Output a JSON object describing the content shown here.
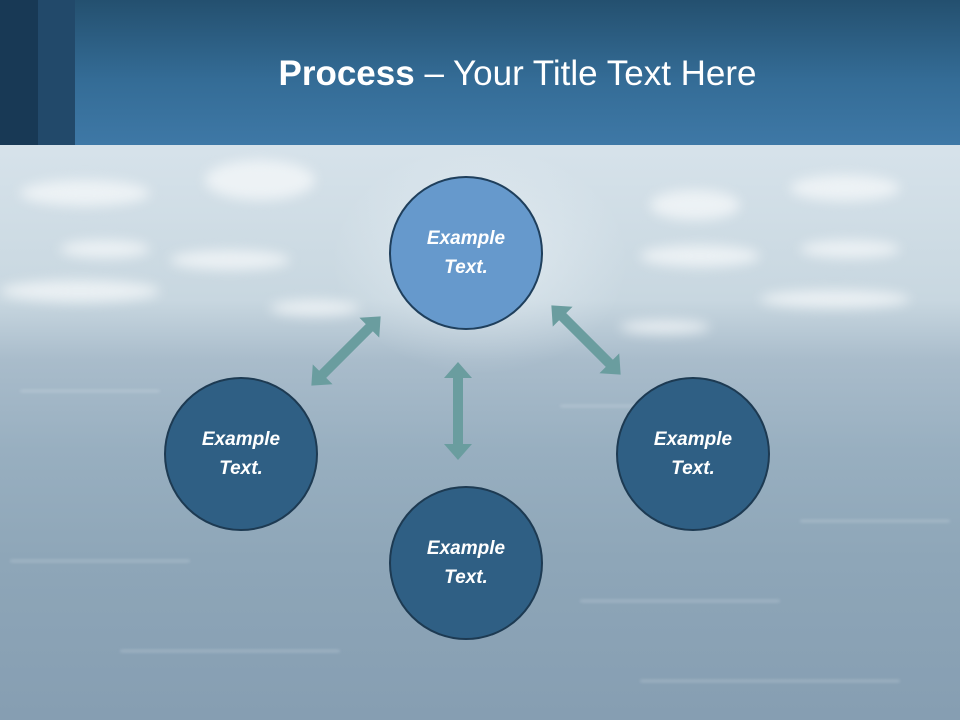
{
  "slide": {
    "title_bold": "Process",
    "title_rest": " – Your Title Text Here"
  },
  "diagram": {
    "nodes": [
      {
        "id": "top",
        "text": "Example Text."
      },
      {
        "id": "left",
        "text": "Example Text."
      },
      {
        "id": "bottom",
        "text": "Example Text."
      },
      {
        "id": "right",
        "text": "Example Text."
      }
    ],
    "edges": [
      {
        "from": "top",
        "to": "left",
        "style": "double-arrow"
      },
      {
        "from": "top",
        "to": "bottom",
        "style": "double-arrow"
      },
      {
        "from": "top",
        "to": "right",
        "style": "double-arrow"
      }
    ],
    "colors": {
      "top_node_fill": "#6699cc",
      "node_fill": "#2f5f84",
      "arrow_fill": "#6a9d9f",
      "header_fill": "#346c96"
    }
  }
}
